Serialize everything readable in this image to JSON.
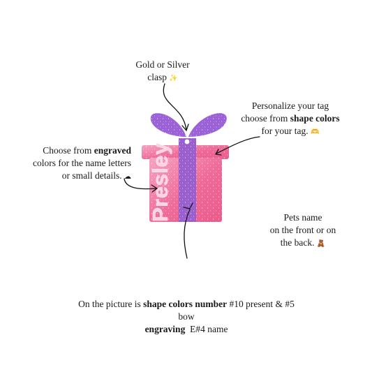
{
  "annotations": {
    "clasp": {
      "line1": "Gold or Silver",
      "line2": "clasp",
      "emoji": "✨"
    },
    "shape": {
      "line1": "Personalize your tag",
      "line2_pre": "choose from ",
      "line2_bold": "shape colors",
      "line3": "for your tag.",
      "emoji": "🫶"
    },
    "engraved": {
      "line1_pre": "Choose from ",
      "line1_bold": "engraved",
      "line2": "colors for the name letters",
      "line3": "or small details.",
      "emoji": "☁"
    },
    "pets": {
      "line1": "Pets name",
      "line2": "on the front or on",
      "line3": "the back.",
      "emoji": "🧸"
    }
  },
  "tag": {
    "name": "Presley",
    "colors": {
      "present": "#ee6a98",
      "present_light": "#f6a3c2",
      "bow": "#9b62d8",
      "ribbon": "#9a5fce",
      "engraving": "#fbd3e3"
    }
  },
  "caption": {
    "line1_pre": "On the picture is ",
    "line1_bold": "shape colors number",
    "line1_post": " #10 present & #5",
    "line2": "bow",
    "line3_bold": "engraving",
    "line3_post": "  E#4 name"
  }
}
